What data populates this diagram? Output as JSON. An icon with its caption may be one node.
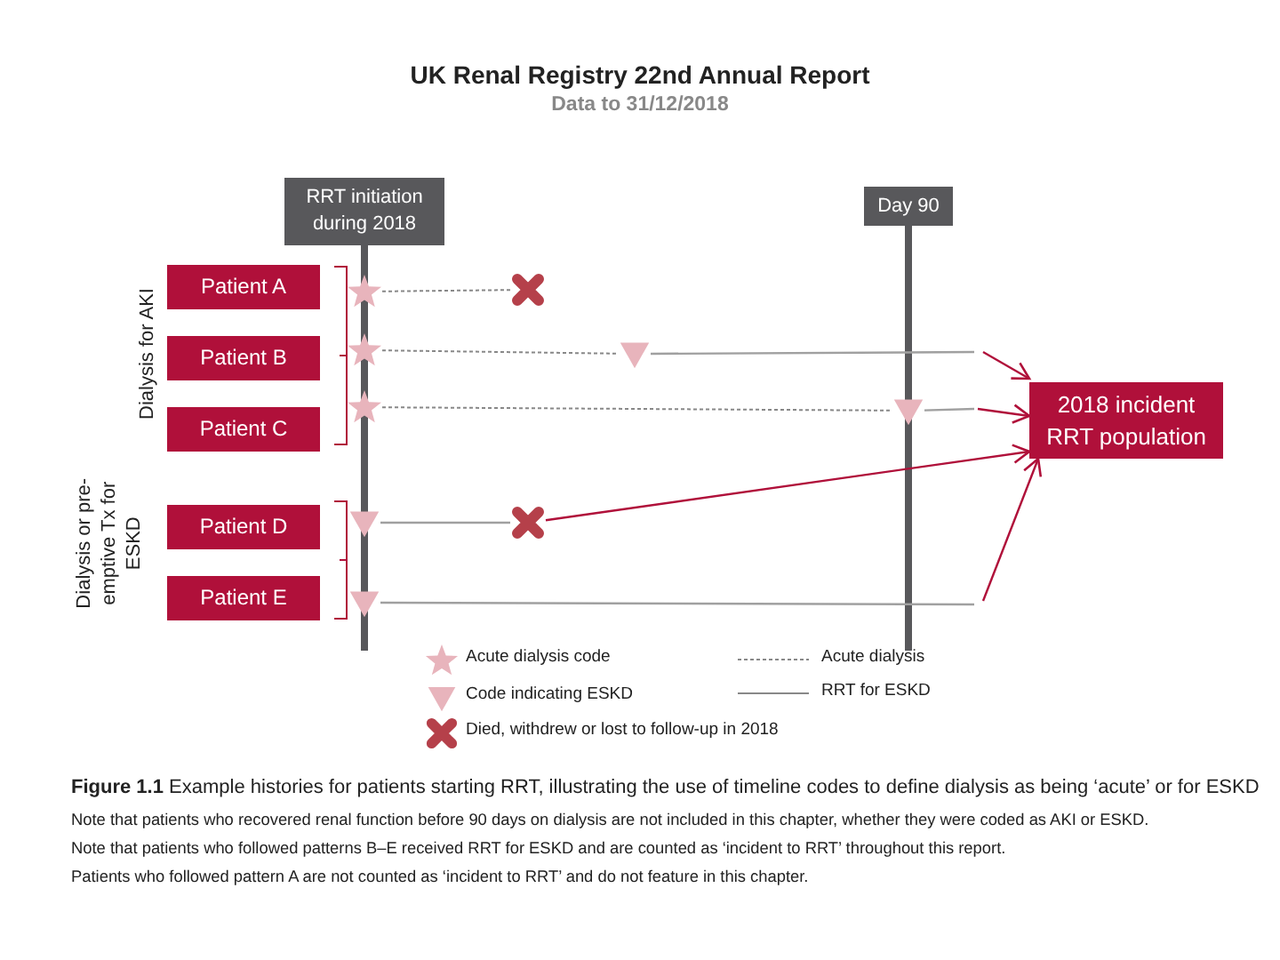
{
  "diagram": {
    "title": "UK Renal Registry 22nd Annual Report",
    "caption": "**Figure 1.1** Example histories for patients starting RRT, illustrating the use of timeline codes to define dialysis as being ‘acute’ or for ESKD",
    "nodes": [
      {
        "text": [
          "RRT initiation during 2018"
        ]
      },
      {
        "text": [
          "Day 90"
        ]
      },
      {
        "text": [
          "Patient A"
        ]
      },
      {
        "text": [
          "Patient B"
        ]
      },
      {
        "text": [
          "Patient C"
        ]
      },
      {
        "text": [
          "Patient D"
        ]
      },
      {
        "text": [
          "Patient E"
        ]
      },
      {
        "text": [
          "2018 incident RRT population"
        ]
      },
      {
        "text": [],
        "shape": "star"
      },
      {
        "text": [],
        "shape": "cross"
      },
      {
        "text": [],
        "shape": "star"
      },
      {
        "text": [],
        "shape": "triangle"
      },
      {
        "text": [],
        "shape": "star"
      },
      {
        "text": [],
        "shape": "triangle"
      },
      {
        "text": [],
        "shape": "triangle"
      },
      {
        "text": [],
        "shape": "cross"
      },
      {
        "text": [],
        "shape": "triangle"
      }
    ],
    "edges": [
      {
        "from": 8,
        "to": 9,
        "arrow": "none",
        "style": "dashed"
      },
      {
        "from": 10,
        "to": 11,
        "arrow": "none",
        "style": "dashed"
      },
      {
        "from": 11,
        "to": null,
        "arrow": "none"
      },
      {
        "from": 12,
        "to": 13,
        "arrow": "none",
        "style": "dashed"
      },
      {
        "from": 13,
        "to": null,
        "arrow": "none"
      },
      {
        "from": 14,
        "to": 15,
        "arrow": "none"
      },
      {
        "from": 16,
        "to": null,
        "arrow": "none"
      },
      {
        "from": null,
        "to": 7,
        "arrow": "to",
        "color": "#b0103a"
      },
      {
        "from": null,
        "to": 7,
        "arrow": "to",
        "color": "#b0103a"
      },
      {
        "from": 15,
        "to": 7,
        "arrow": "to",
        "color": "#b0103a"
      },
      {
        "from": null,
        "to": 7,
        "arrow": "to",
        "color": "#b0103a"
      }
    ],
    "labels": [
      "Data to 31/12/2018",
      "Dialysis for AKI",
      "Dialysis or pre-emptive Tx for ESKD",
      "Note that patients who recovered renal function before 90 days on dialysis are not included in this chapter, whether they were coded as AKI or ESKD.",
      "Note that patients who followed patterns B–E received RRT for ESKD and are counted as ‘incident to RRT’ throughout this report.",
      "Patients who followed pattern A are not counted as ‘incident to RRT’ and do not feature in this chapter."
    ],
    "legend": [
      {
        "text": "Acute dialysis code"
      },
      {
        "text": "Code indicating ESKD"
      },
      {
        "text": "Died, withdrew or lost to follow-up in 2018"
      },
      {
        "text": "Acute dialysis"
      },
      {
        "text": "RRT for ESKD"
      }
    ]
  }
}
